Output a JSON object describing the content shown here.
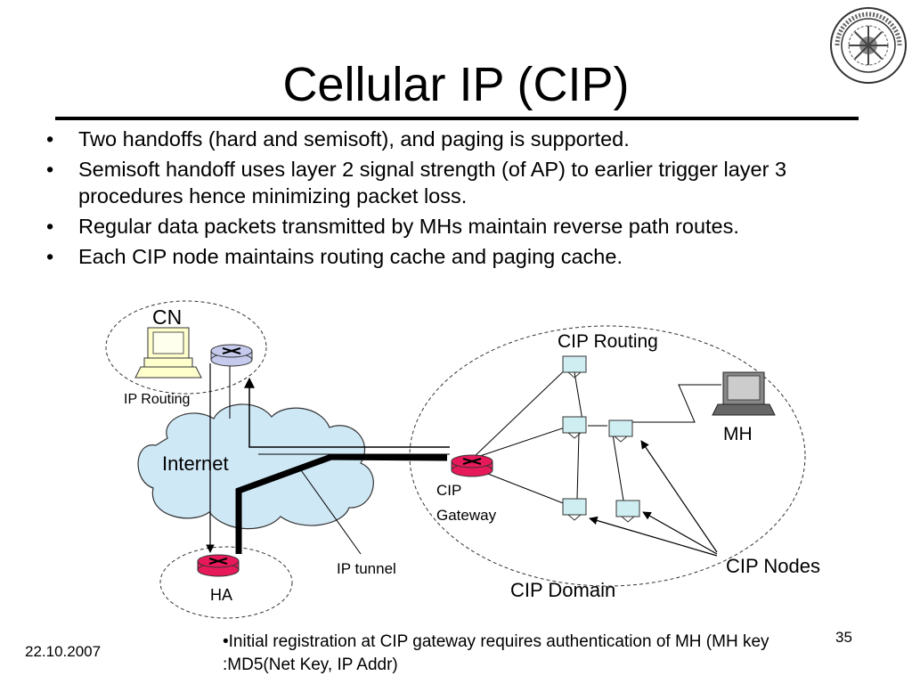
{
  "slide": {
    "title": "Cellular IP (CIP)",
    "bullets": [
      {
        "marker": "•",
        "text": "Two handoffs (hard and semisoft), and paging is supported."
      },
      {
        "marker": "•",
        "text": "Semisoft handoff uses layer 2 signal strength (of AP) to earlier trigger layer 3 procedures hence minimizing packet loss."
      },
      {
        "marker": "•",
        "text": "Regular data packets transmitted by MHs maintain reverse path routes."
      },
      {
        "marker": "•",
        "text": "Each CIP node maintains routing cache and paging cache."
      }
    ]
  },
  "diagram": {
    "cn": "CN",
    "ip_routing": "IP Routing",
    "internet": "Internet",
    "ha": "HA",
    "ip_tunnel": "IP tunnel",
    "cip_gateway_line1": "CIP",
    "cip_gateway_line2": "Gateway",
    "cip_routing": "CIP Routing",
    "mh": "MH",
    "cip_nodes": "CIP Nodes",
    "cip_domain": "CIP Domain"
  },
  "footer": {
    "date": "22.10.2007",
    "note": "•Initial registration at CIP gateway requires authentication of MH (MH key :MD5(Net Key, IP Addr)",
    "page_number": "35"
  },
  "colors": {
    "router_red": "#e8195a",
    "router_blue": "#c6cbee",
    "node_fill": "#cfeef2",
    "cloud_fill": "#cfe8f6",
    "computer_fill": "#ffffcc"
  }
}
